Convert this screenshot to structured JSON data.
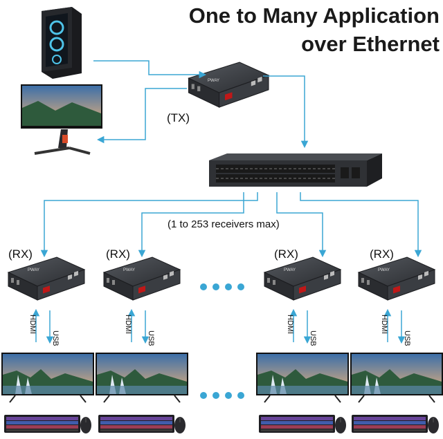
{
  "title": {
    "line1": "One to Many Application",
    "line2": "over Ethernet"
  },
  "labels": {
    "tx": "(TX)",
    "rx": "(RX)",
    "receivers_note": "(1 to 253 receivers max)",
    "hdmi": "HDMI",
    "usb": "USB",
    "device_brand": "PWAY"
  },
  "colors": {
    "connection_line": "#3aa6d4",
    "title_text": "#1a1a1a",
    "device_body": "#3a3d42",
    "ellipsis_dot": "#3aa6d4"
  },
  "icons": {
    "pc": "pc-tower-icon",
    "monitor": "monitor-icon",
    "switch": "network-switch-icon",
    "extender": "extender-box-icon",
    "keyboard": "keyboard-icon",
    "mouse": "mouse-icon"
  }
}
